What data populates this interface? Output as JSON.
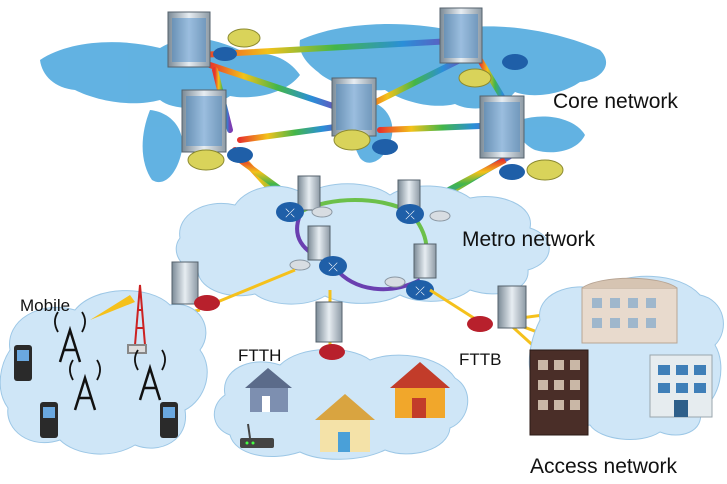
{
  "labels": {
    "core": "Core network",
    "metro": "Metro network",
    "mobile": "Mobile",
    "ftth": "FTTH",
    "fttb": "FTTB",
    "access": "Access network"
  },
  "colors": {
    "cloud": "#cfe6f7",
    "map": "#5aaee0",
    "fiber": "#f5c11c",
    "router_red": "#b8202c",
    "router_blue": "#1f5fa8",
    "router_yellow": "#d9d35a",
    "ring_green": "#6cc04a",
    "ring_purple": "#6a3fb0"
  },
  "icons": {
    "server": "server-tower-icon",
    "router": "router-icon",
    "switch": "optical-switch-icon",
    "antenna": "cell-antenna-icon",
    "phone": "mobile-phone-icon",
    "house": "house-icon",
    "building": "building-icon",
    "modem": "modem-icon"
  }
}
